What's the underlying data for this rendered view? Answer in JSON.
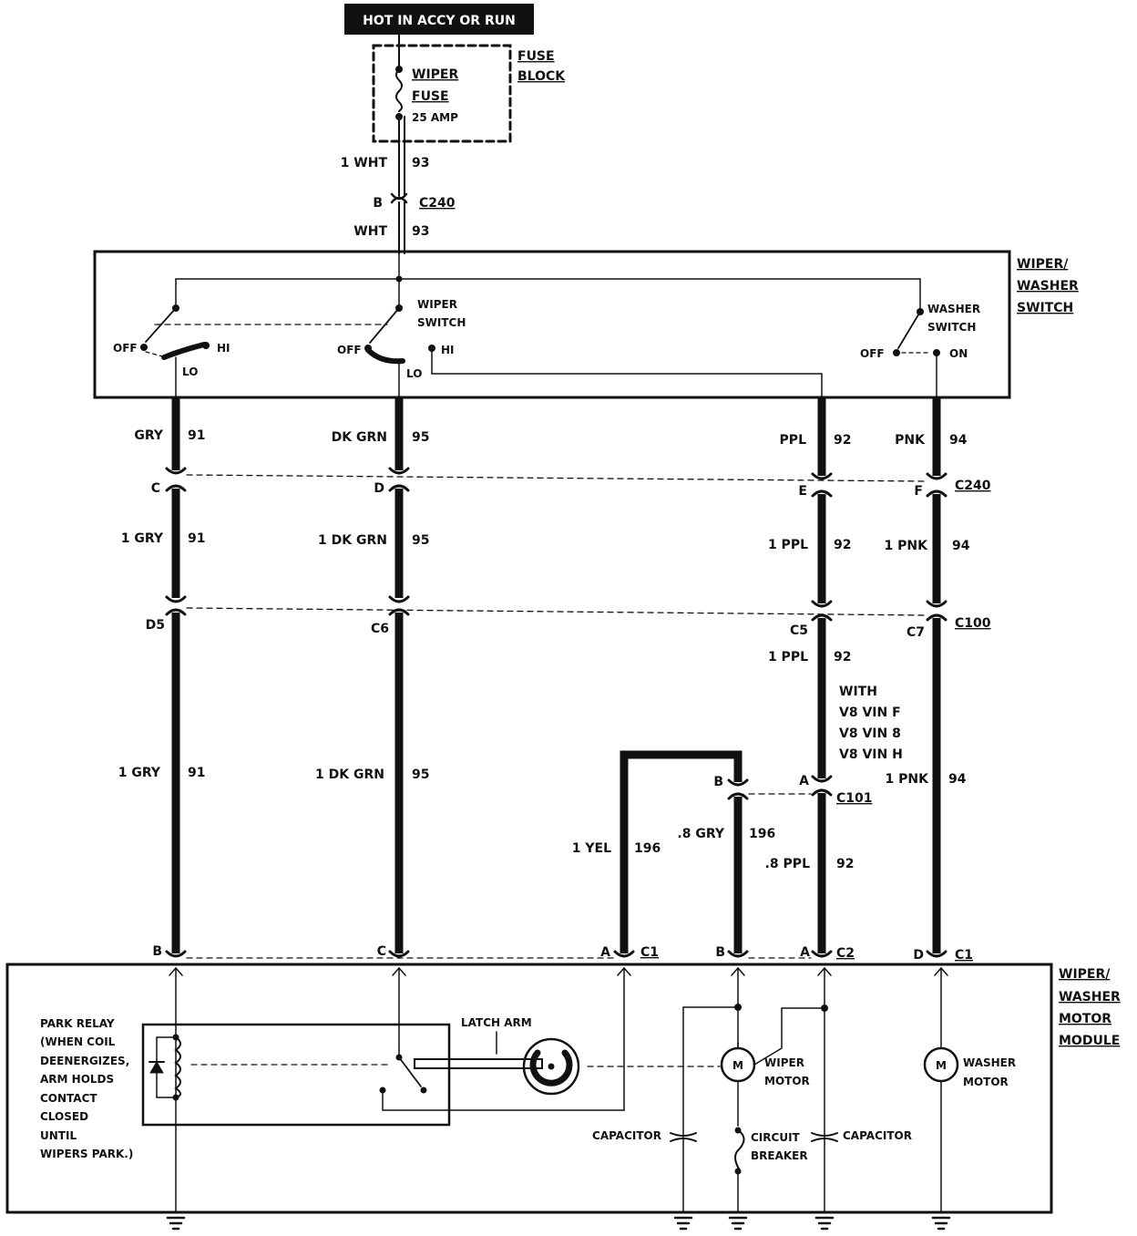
{
  "header": {
    "power_label": "HOT IN ACCY OR RUN"
  },
  "fuse_block": {
    "title_line1": "FUSE",
    "title_line2": "BLOCK",
    "fuse_line1": "WIPER",
    "fuse_line2": "FUSE",
    "rating": "25 AMP"
  },
  "feed": {
    "upper_color": "1 WHT",
    "upper_circuit": "93",
    "pin": "B",
    "connector": "C240",
    "lower_color": "WHT",
    "lower_circuit": "93"
  },
  "switch_box": {
    "title_line1": "WIPER/",
    "title_line2": "WASHER",
    "title_line3": "SWITCH",
    "wiper_switch_line1": "WIPER",
    "wiper_switch_line2": "SWITCH",
    "washer_switch_line1": "WASHER",
    "washer_switch_line2": "SWITCH",
    "off": "OFF",
    "hi": "HI",
    "lo": "LO",
    "on": "ON"
  },
  "wires": {
    "w1": {
      "top_color": "GRY",
      "mid_color": "1 GRY",
      "low_color": "1 GRY",
      "circuit": "91",
      "c240_pin": "C",
      "c100_pin": "D5",
      "module_pin": "B"
    },
    "w2": {
      "top_color": "DK GRN",
      "mid_color": "1 DK GRN",
      "low_color": "1 DK GRN",
      "circuit": "95",
      "c240_pin": "D",
      "c100_pin": "C6",
      "module_pin": "C"
    },
    "w3": {
      "top_color": "PPL",
      "mid_color": "1 PPL",
      "low_color": "1 PPL",
      "circuit": "92",
      "c240_pin": "E",
      "c100_pin": "C5",
      "c101_pin": "A",
      "bottom_color": ".8 PPL",
      "module_pin": "A"
    },
    "w4": {
      "top_color": "PNK",
      "mid_color": "1 PNK",
      "low_color": "1 PNK",
      "circuit": "94",
      "c240_pin": "F",
      "c100_pin": "C7",
      "module_pin": "D"
    },
    "yel": {
      "color": "1 YEL",
      "circuit": "196",
      "module_pin": "A"
    },
    "gry8": {
      "color": ".8 GRY",
      "circuit": "196",
      "c101_pin": "B",
      "module_pin": "B"
    }
  },
  "connectors": {
    "c240": "C240",
    "c100": "C100",
    "c101": "C101",
    "c1": "C1",
    "c2": "C2"
  },
  "vin_note": {
    "line1": "WITH",
    "line2": "V8 VIN F",
    "line3": "V8 VIN 8",
    "line4": "V8 VIN H"
  },
  "module": {
    "title_line1": "WIPER/",
    "title_line2": "WASHER",
    "title_line3": "MOTOR",
    "title_line4": "MODULE",
    "park_relay": [
      "PARK RELAY",
      "(WHEN COIL",
      "DEENERGIZES,",
      "ARM HOLDS",
      "CONTACT",
      "CLOSED",
      "UNTIL",
      "WIPERS PARK.)"
    ],
    "latch_arm": "LATCH ARM",
    "wiper_motor_line1": "WIPER",
    "wiper_motor_line2": "MOTOR",
    "washer_motor_line1": "WASHER",
    "washer_motor_line2": "MOTOR",
    "motor_symbol": "M",
    "capacitor": "CAPACITOR",
    "circuit_breaker_line1": "CIRCUIT",
    "circuit_breaker_line2": "BREAKER"
  }
}
